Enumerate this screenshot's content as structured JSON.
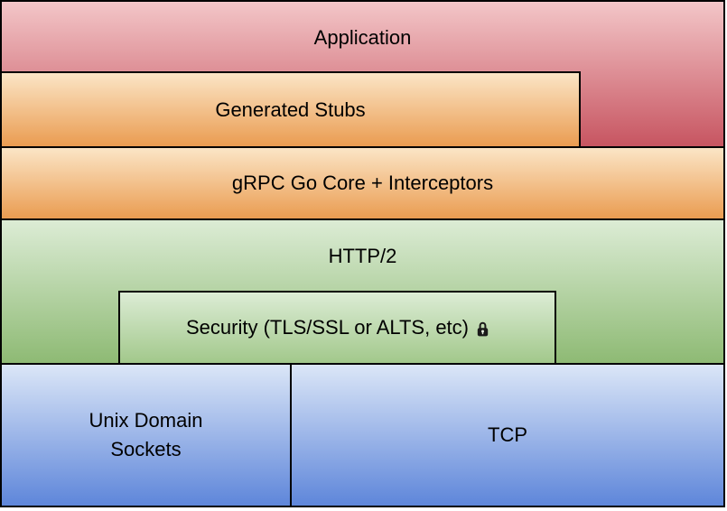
{
  "diagram": {
    "layers": {
      "application": {
        "label": "Application",
        "fill_top": "#f3c6c8",
        "fill_bottom": "#c75561"
      },
      "generated_stubs": {
        "label": "Generated Stubs",
        "fill_top": "#fbe5c6",
        "fill_bottom": "#ea9c51"
      },
      "grpc_core": {
        "label": "gRPC Go Core + Interceptors",
        "fill_top": "#fbe5c6",
        "fill_bottom": "#ea9c51"
      },
      "http2": {
        "label": "HTTP/2",
        "fill_top": "#dcecd5",
        "fill_bottom": "#8eba74"
      },
      "security": {
        "label": "Security (TLS/SSL or ALTS, etc)",
        "icon": "lock-icon",
        "fill_top": "#dcecd5",
        "fill_bottom": "#a2c88b"
      },
      "unix_domain_sockets": {
        "label": "Unix Domain Sockets",
        "fill_top": "#dbe6f7",
        "fill_bottom": "#5e86da"
      },
      "tcp": {
        "label": "TCP",
        "fill_top": "#dbe6f7",
        "fill_bottom": "#5e86da"
      }
    },
    "border_color": "#000000",
    "text_color": "#000000"
  }
}
